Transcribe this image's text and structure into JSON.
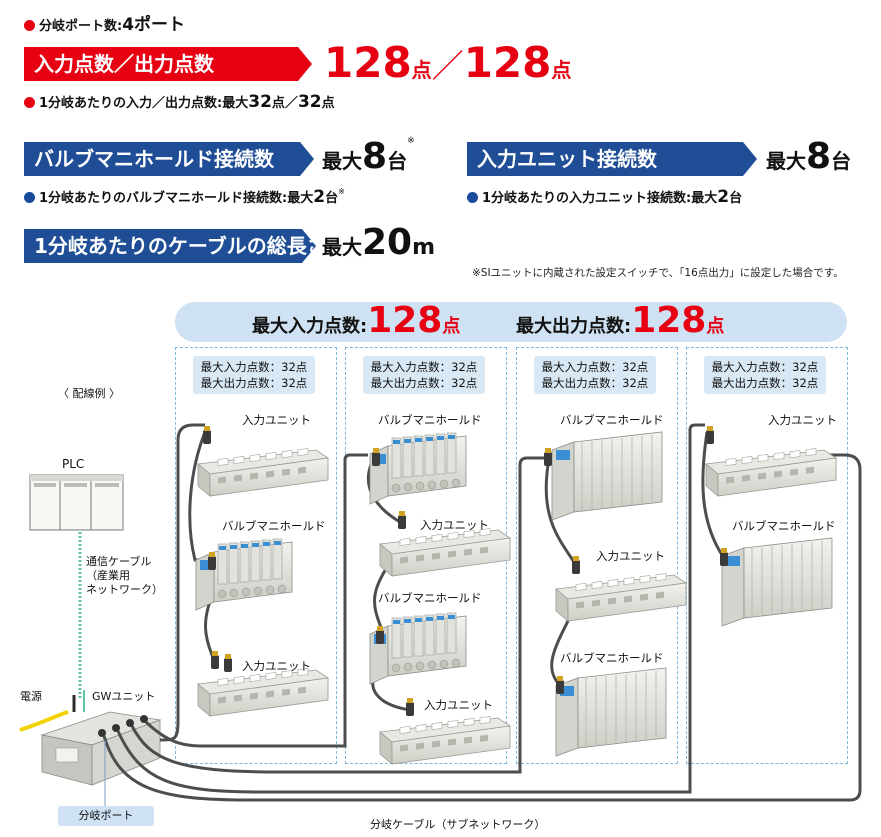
{
  "header": {
    "branch_ports_label": "分岐ポート数:",
    "branch_ports_value": "4ポート",
    "io_banner": "入力点数／出力点数",
    "io_in": "128",
    "io_unit1": "点",
    "io_slash": "／",
    "io_out": "128",
    "io_unit2": "点",
    "io_sub_label": "1分岐あたりの入力／出力点数:最大",
    "io_sub_in": "32",
    "io_sub_mid": "点／",
    "io_sub_out": "32",
    "io_sub_unit": "点",
    "valve_banner": "バルブマニホールド接続数",
    "valve_max": "最大",
    "valve_num": "8",
    "valve_unit": "台",
    "asterisk": "※",
    "valve_sub_label": "1分岐あたりのバルブマニホールド接続数:最大",
    "valve_sub_num": "2",
    "valve_sub_unit": "台",
    "input_banner": "入力ユニット接続数",
    "input_max": "最大",
    "input_num": "8",
    "input_unit": "台",
    "input_sub_label": "1分岐あたりの入力ユニット接続数:最大",
    "input_sub_num": "2",
    "input_sub_unit": "台",
    "cable_banner": "1分岐あたりのケーブルの総長さ",
    "cable_max": "最大",
    "cable_num": "20",
    "cable_unit": "m",
    "footnote": "※SIユニットに内蔵された設定スイッチで、「16点出力」に設定した場合です。"
  },
  "diagram": {
    "max_in_label": "最大入力点数:",
    "max_in_value": "128",
    "max_in_unit": "点",
    "max_out_label": "最大出力点数:",
    "max_out_value": "128",
    "max_out_unit": "点",
    "wiring_example": "〈 配線例 〉",
    "plc": "PLC",
    "comm_cable_1": "通信ケーブル",
    "comm_cable_2": "（産業用",
    "comm_cable_3": "ネットワーク）",
    "power": "電源",
    "gw_unit": "GWユニット",
    "branch_port": "分岐ポート",
    "branch_cable": "分岐ケーブル（サブネットワーク）",
    "groups": [
      {
        "in_text": "最大入力点数：32点",
        "out_text": "最大出力点数：32点",
        "labels": [
          "入力ユニット",
          "バルブマニホールド",
          "入力ユニット"
        ]
      },
      {
        "in_text": "最大入力点数：32点",
        "out_text": "最大出力点数：32点",
        "labels": [
          "バルブマニホールド",
          "入力ユニット",
          "バルブマニホールド",
          "入力ユニット"
        ]
      },
      {
        "in_text": "最大入力点数：32点",
        "out_text": "最大出力点数：32点",
        "labels": [
          "バルブマニホールド",
          "入力ユニット",
          "バルブマニホールド"
        ]
      },
      {
        "in_text": "最大入力点数：32点",
        "out_text": "最大出力点数：32点",
        "labels": [
          "入力ユニット",
          "バルブマニホールド"
        ]
      }
    ]
  },
  "colors": {
    "red": "#e60012",
    "blue": "#1f4e96",
    "pill": "#cfe2f3",
    "group_border": "#7fb7dc",
    "comm_cable": "#5fc3a8",
    "power_cable": "#f2d200"
  }
}
